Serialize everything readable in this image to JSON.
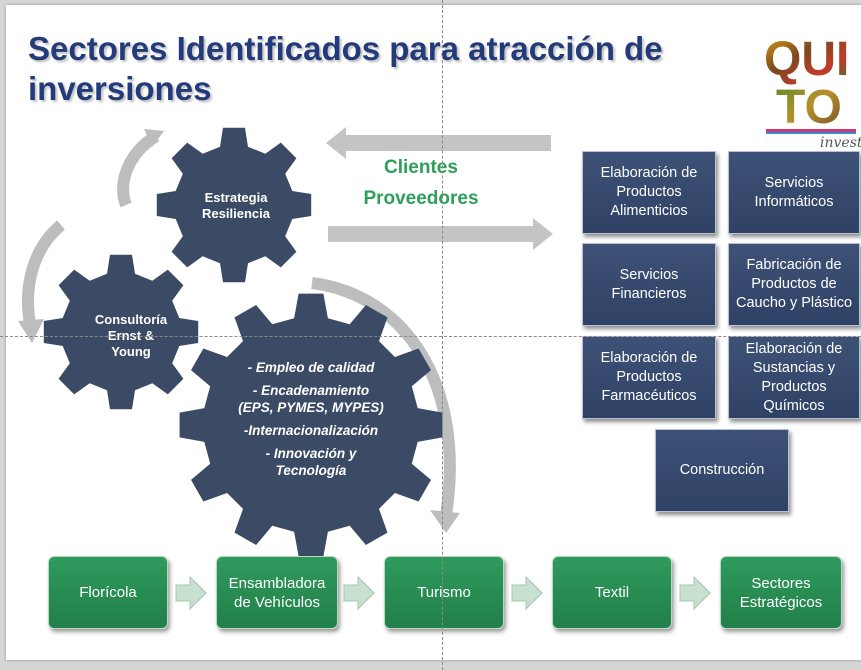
{
  "title": "Sectores Identificados para atracción de inversiones",
  "logo": {
    "text_top": "QUI",
    "text_bottom": "TO",
    "tagline": "invest"
  },
  "center_labels": {
    "line1": "Clientes",
    "line2": "Proveedores"
  },
  "gears": {
    "strategy": {
      "line1": "Estrategia",
      "line2": "Resiliencia"
    },
    "consulting": {
      "line1": "Consultoría",
      "line2": "Ernst &",
      "line3": "Young"
    },
    "objectives": [
      "- Empleo de calidad",
      "- Encadenamiento",
      "(EPS, PYMES, MYPES)",
      "-Internacionalización",
      "- Innovación y",
      "Tecnología"
    ]
  },
  "sector_boxes": [
    "Elaboración de Productos Alimenticios",
    "Servicios Informáticos",
    "Servicios Financieros",
    "Fabricación de Productos de Caucho y Plástico",
    "Elaboración de Productos Farmacéuticos",
    "Elaboración de Sustancias y Productos Químicos",
    "Construcción"
  ],
  "process_steps": [
    "Florícola",
    "Ensambladora de Vehículos",
    "Turismo",
    "Textil",
    "Sectores Estratégicos"
  ],
  "colors": {
    "title": "#233b7a",
    "box": "#34486d",
    "green": "#2a8c52",
    "gear": "#3c4b65"
  }
}
